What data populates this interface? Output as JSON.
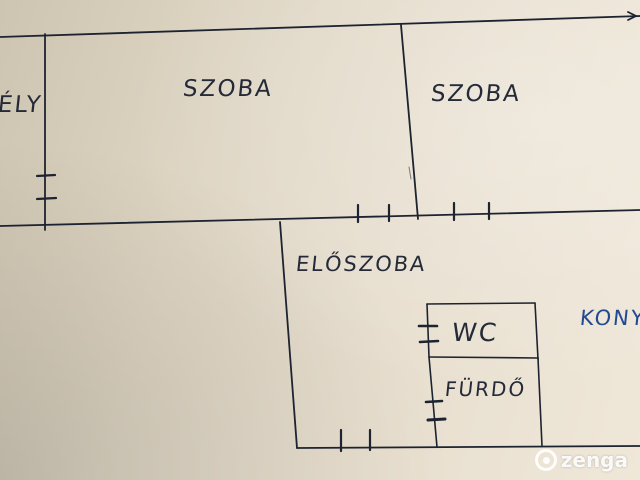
{
  "rooms": {
    "left_partial": "ÉLY",
    "room_left": "SZOBA",
    "room_right": "SZOBA",
    "hallway": "ELŐSZOBA",
    "wc": "WC",
    "bathroom": "FÜRDŐ",
    "kitchen_partial": "KONYH"
  },
  "watermark": {
    "brand": "zenga"
  },
  "colors": {
    "paper": "#e3dac9",
    "ink_dark": "#1d2330",
    "ink_blue": "#234a90",
    "watermark": "#ffffff"
  }
}
